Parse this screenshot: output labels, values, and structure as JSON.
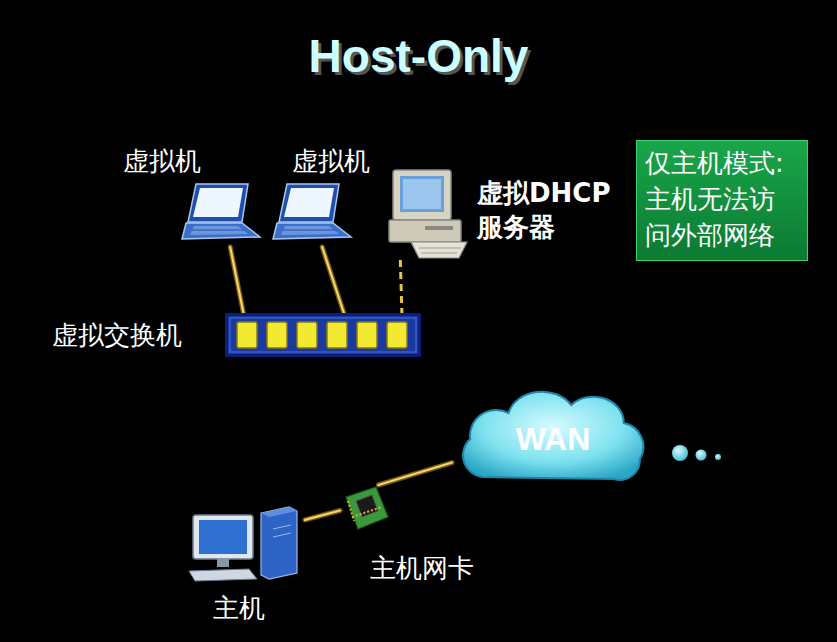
{
  "diagram": {
    "title": "Host-Only",
    "nodes": [
      {
        "text": [
          "虚拟机"
        ]
      },
      {
        "text": [
          "虚拟机"
        ]
      },
      {
        "text": [
          "虚拟DHCP 服务器"
        ]
      },
      {
        "text": [
          "虚拟交换机"
        ]
      },
      {
        "text": [
          "仅主机模式: 主机无法访 问外部网络"
        ]
      },
      {
        "text": [
          "WAN"
        ]
      },
      {
        "text": [
          "主机"
        ]
      },
      {
        "text": [
          "主机网卡"
        ]
      }
    ],
    "edges": [
      {
        "from": 0,
        "to": 3,
        "arrow": "none"
      },
      {
        "from": 1,
        "to": 3,
        "arrow": "none"
      },
      {
        "from": 2,
        "to": 3,
        "arrow": "none"
      },
      {
        "from": 6,
        "to": 7,
        "arrow": "none"
      },
      {
        "from": 7,
        "to": 5,
        "arrow": "none"
      }
    ]
  }
}
